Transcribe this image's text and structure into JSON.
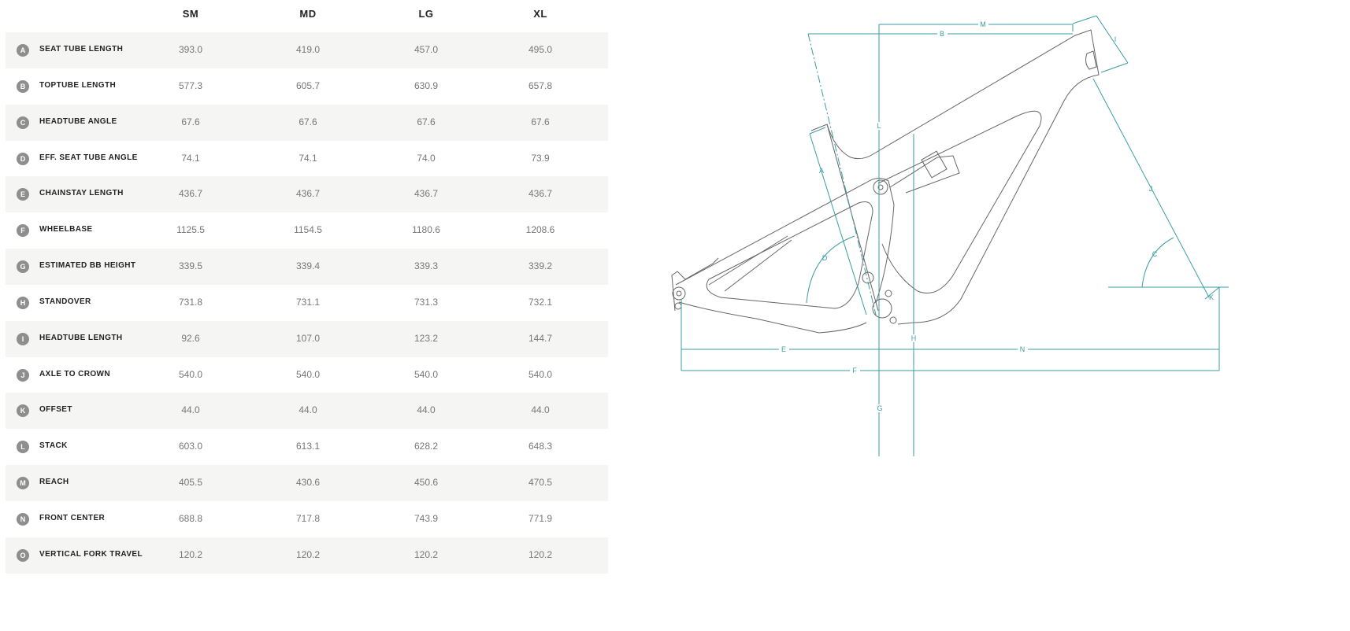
{
  "columns": [
    "SM",
    "MD",
    "LG",
    "XL"
  ],
  "rows": [
    {
      "letter": "A",
      "label": "SEAT TUBE LENGTH",
      "values": [
        "393.0",
        "419.0",
        "457.0",
        "495.0"
      ]
    },
    {
      "letter": "B",
      "label": "TOPTUBE LENGTH",
      "values": [
        "577.3",
        "605.7",
        "630.9",
        "657.8"
      ]
    },
    {
      "letter": "C",
      "label": "HEADTUBE ANGLE",
      "values": [
        "67.6",
        "67.6",
        "67.6",
        "67.6"
      ]
    },
    {
      "letter": "D",
      "label": "EFF. SEAT TUBE ANGLE",
      "values": [
        "74.1",
        "74.1",
        "74.0",
        "73.9"
      ]
    },
    {
      "letter": "E",
      "label": "CHAINSTAY LENGTH",
      "values": [
        "436.7",
        "436.7",
        "436.7",
        "436.7"
      ]
    },
    {
      "letter": "F",
      "label": "WHEELBASE",
      "values": [
        "1125.5",
        "1154.5",
        "1180.6",
        "1208.6"
      ]
    },
    {
      "letter": "G",
      "label": "ESTIMATED BB HEIGHT",
      "values": [
        "339.5",
        "339.4",
        "339.3",
        "339.2"
      ]
    },
    {
      "letter": "H",
      "label": "STANDOVER",
      "values": [
        "731.8",
        "731.1",
        "731.3",
        "732.1"
      ]
    },
    {
      "letter": "I",
      "label": "HEADTUBE LENGTH",
      "values": [
        "92.6",
        "107.0",
        "123.2",
        "144.7"
      ]
    },
    {
      "letter": "J",
      "label": "AXLE TO CROWN",
      "values": [
        "540.0",
        "540.0",
        "540.0",
        "540.0"
      ]
    },
    {
      "letter": "K",
      "label": "OFFSET",
      "values": [
        "44.0",
        "44.0",
        "44.0",
        "44.0"
      ]
    },
    {
      "letter": "L",
      "label": "STACK",
      "values": [
        "603.0",
        "613.1",
        "628.2",
        "648.3"
      ]
    },
    {
      "letter": "M",
      "label": "REACH",
      "values": [
        "405.5",
        "430.6",
        "450.6",
        "470.5"
      ]
    },
    {
      "letter": "N",
      "label": "FRONT CENTER",
      "values": [
        "688.8",
        "717.8",
        "743.9",
        "771.9"
      ]
    },
    {
      "letter": "O",
      "label": "VERTICAL FORK TRAVEL",
      "values": [
        "120.2",
        "120.2",
        "120.2",
        "120.2"
      ]
    }
  ],
  "diagram": {
    "labels": {
      "M": "M",
      "B": "B",
      "I": "I",
      "L": "L",
      "A": "A",
      "J": "J",
      "D": "D",
      "C": "C",
      "K": "K",
      "H": "H",
      "E": "E",
      "N": "N",
      "F": "F",
      "G": "G"
    },
    "dimension_color": "#3a9ea3",
    "frame_color": "#666666"
  }
}
